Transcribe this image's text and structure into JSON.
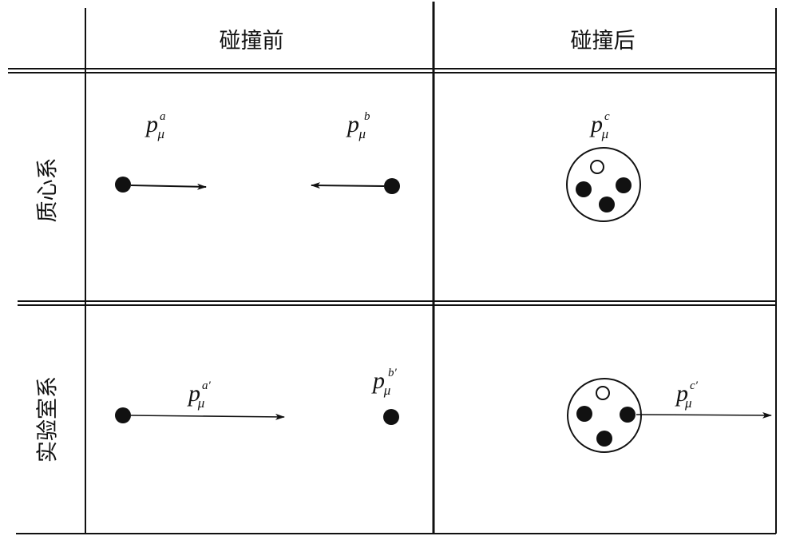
{
  "header": {
    "before": "碰撞前",
    "after": "碰撞后"
  },
  "rows": {
    "cm": "质心系",
    "lab": "实验室系"
  },
  "momenta": {
    "symbol": "p",
    "index": "μ",
    "cm_a": "a",
    "cm_b": "b",
    "cm_c": "c",
    "lab_a": "a′",
    "lab_b": "b′",
    "lab_c": "c′"
  },
  "colors": {
    "ink": "#111111",
    "background": "#ffffff"
  }
}
